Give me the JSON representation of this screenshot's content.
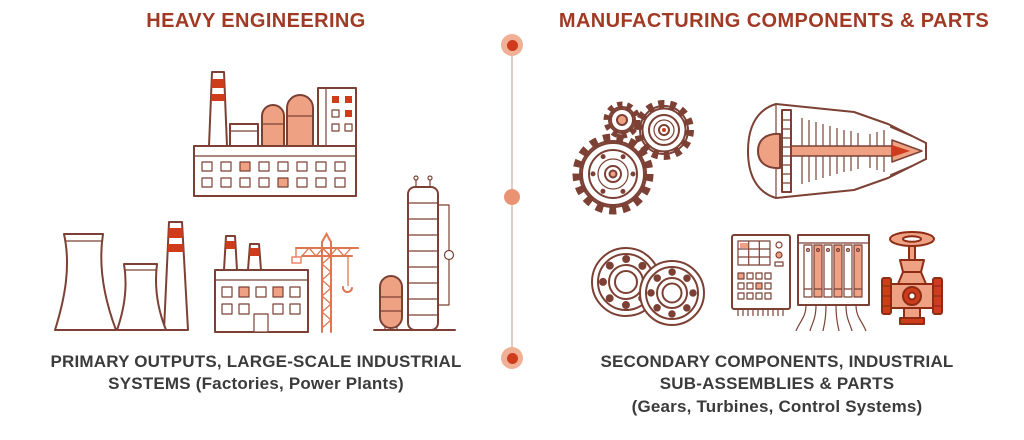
{
  "colors": {
    "title": "#a03a24",
    "caption": "#3b3b3b",
    "lineart": "#7c4134",
    "salmon": "#efa183",
    "red": "#ce3c1c",
    "crane": "#e0764f",
    "valve-dark": "#8f2c14",
    "divider": "#e0cdc6",
    "dot-outer": "#f0b096",
    "dot-mid": "#ea9372"
  },
  "left": {
    "title": "HEAVY ENGINEERING",
    "caption_lines": [
      "PRIMARY OUTPUTS, LARGE-SCALE INDUSTRIAL",
      "SYSTEMS (Factories, Power Plants)"
    ],
    "icons": [
      "factory-complex",
      "cooling-towers",
      "factory-with-crane",
      "refinery-column"
    ]
  },
  "right": {
    "title": "MANUFACTURING COMPONENTS & PARTS",
    "caption_lines": [
      "SECONDARY COMPONENTS, INDUSTRIAL",
      "SUB-ASSEMBLIES & PARTS",
      "(Gears, Turbines, Control Systems)"
    ],
    "icons": [
      "gears",
      "turbine-engine",
      "ball-bearings",
      "plc-control-panel",
      "industrial-valve"
    ]
  },
  "divider": {
    "dot_count": 3
  }
}
